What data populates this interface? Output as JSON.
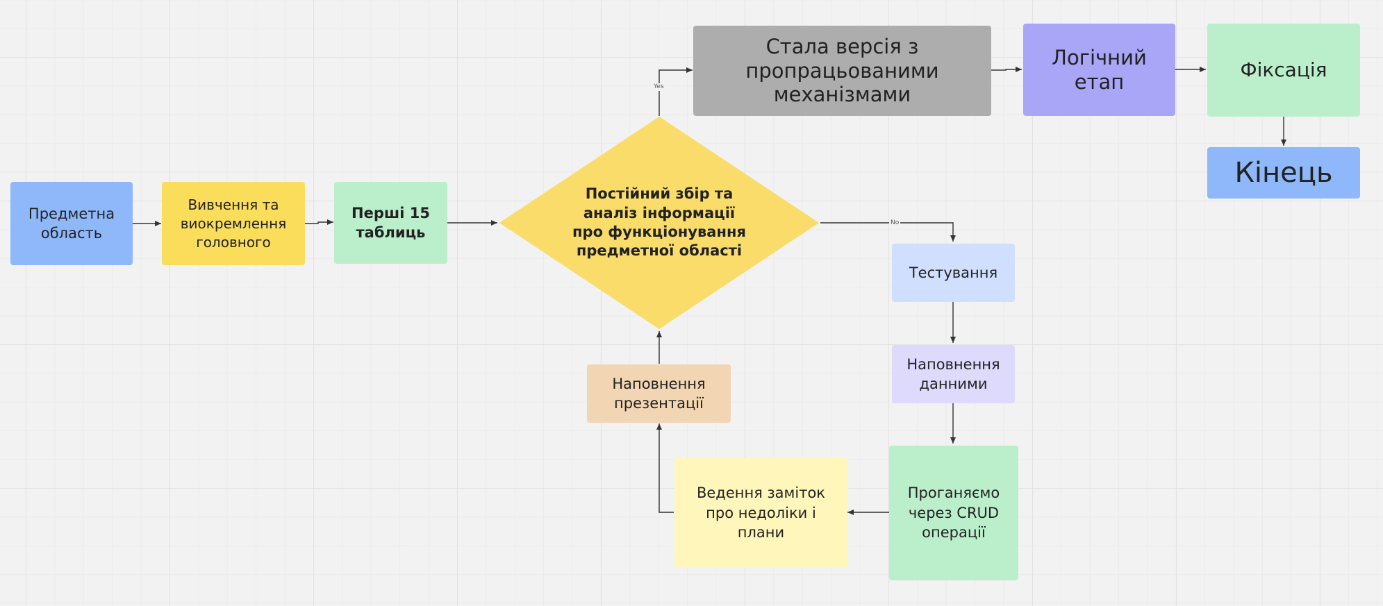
{
  "nodes": {
    "domain_area": {
      "label": "Предметна\nобласть",
      "color": "#8fb8fa"
    },
    "study": {
      "label": "Вивчення та\nвиокремлення\nголовного",
      "color": "#f9dd5b"
    },
    "first_tables": {
      "label": "Перші 15\nтаблиць",
      "color": "#bbefcb"
    },
    "decision": {
      "label": "Постійний збір та\nаналіз інформації\nпро функціонування\nпредметної області",
      "color": "#f9dc6a"
    },
    "stable_version": {
      "label": "Стала версія з\nпропрацьованими\nмеханізмами",
      "color": "#adadad"
    },
    "logical_stage": {
      "label": "Логічний\nетап",
      "color": "#a9a5f7"
    },
    "fixation": {
      "label": "Фіксація",
      "color": "#bbefcb"
    },
    "end": {
      "label": "Кінець",
      "color": "#8fb8fa"
    },
    "testing": {
      "label": "Тестування",
      "color": "#cfdffd"
    },
    "data_filling": {
      "label": "Наповнення\nданними",
      "color": "#dddafc"
    },
    "crud": {
      "label": "Проганяємо\nчерез CRUD\nоперації",
      "color": "#bbefcb"
    },
    "notes": {
      "label": "Ведення заміток\nпро недоліки і\nплани",
      "color": "#fef6ba"
    },
    "presentation": {
      "label": "Наповнення\nпрезентації",
      "color": "#f2d5b2"
    }
  },
  "edge_labels": {
    "yes": "Yes",
    "no": "No"
  },
  "colors": {
    "connector": "#333333",
    "canvas_background": "#f2f2f2"
  }
}
